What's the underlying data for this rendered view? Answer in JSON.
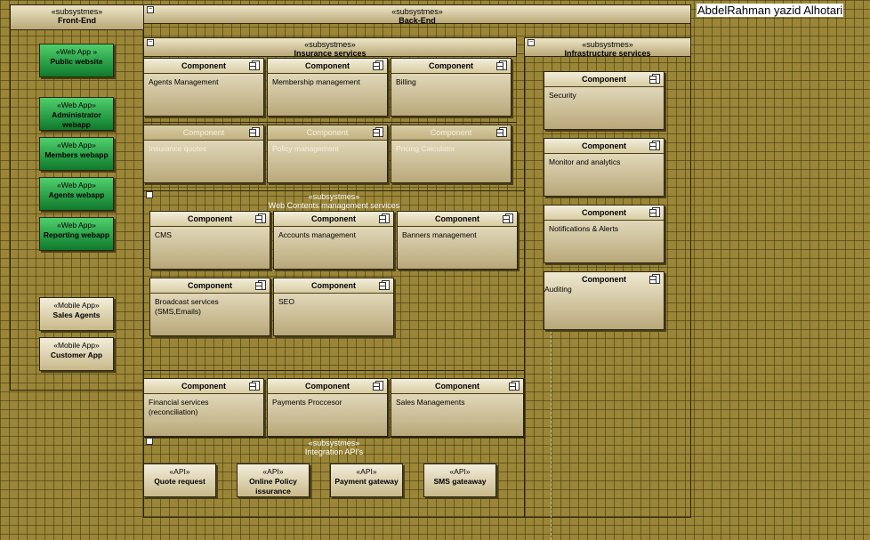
{
  "author": "AbdelRahman yazid Alhotari",
  "stereotypes": {
    "subsystem": "«subsystmes»",
    "web_app": "«Web App»",
    "web_app_alt": "«Web App »",
    "mobile_app": "«Mobile App»",
    "api": "«API»"
  },
  "component_label": "Component",
  "frontend": {
    "title": "Front-End",
    "web_apps": [
      "Public website",
      "Administrator webapp",
      "Members webapp",
      "Agents webapp",
      "Reporting webapp"
    ],
    "mobile_apps": [
      "Sales Agents",
      "Customer App"
    ]
  },
  "backend": {
    "title": "Back-End"
  },
  "insurance": {
    "title": "Insurance services",
    "components": [
      "Agents Management",
      "Membership management",
      "Billing",
      "Insurance  quotes",
      "Policy management",
      "Pricing Calculator"
    ]
  },
  "web_contents": {
    "title": "Web Contents management services",
    "components": [
      "CMS",
      "Accounts management",
      "Banners management",
      "Broadcast services (SMS,Emails)",
      "SEO"
    ]
  },
  "finance_components": [
    "Financial services (reconciliation)",
    "Payments Proccesor",
    "Sales Managements"
  ],
  "integration": {
    "title": "Integration API's",
    "apis": [
      "Quote request",
      "Online Policy issurance",
      "Payment gateway",
      "SMS gateaway"
    ]
  },
  "infrastructure": {
    "title": "Infrastructure services",
    "components": [
      "Security",
      "Monitor and analytics",
      "Notifications & Alerts",
      "Auditing"
    ]
  }
}
